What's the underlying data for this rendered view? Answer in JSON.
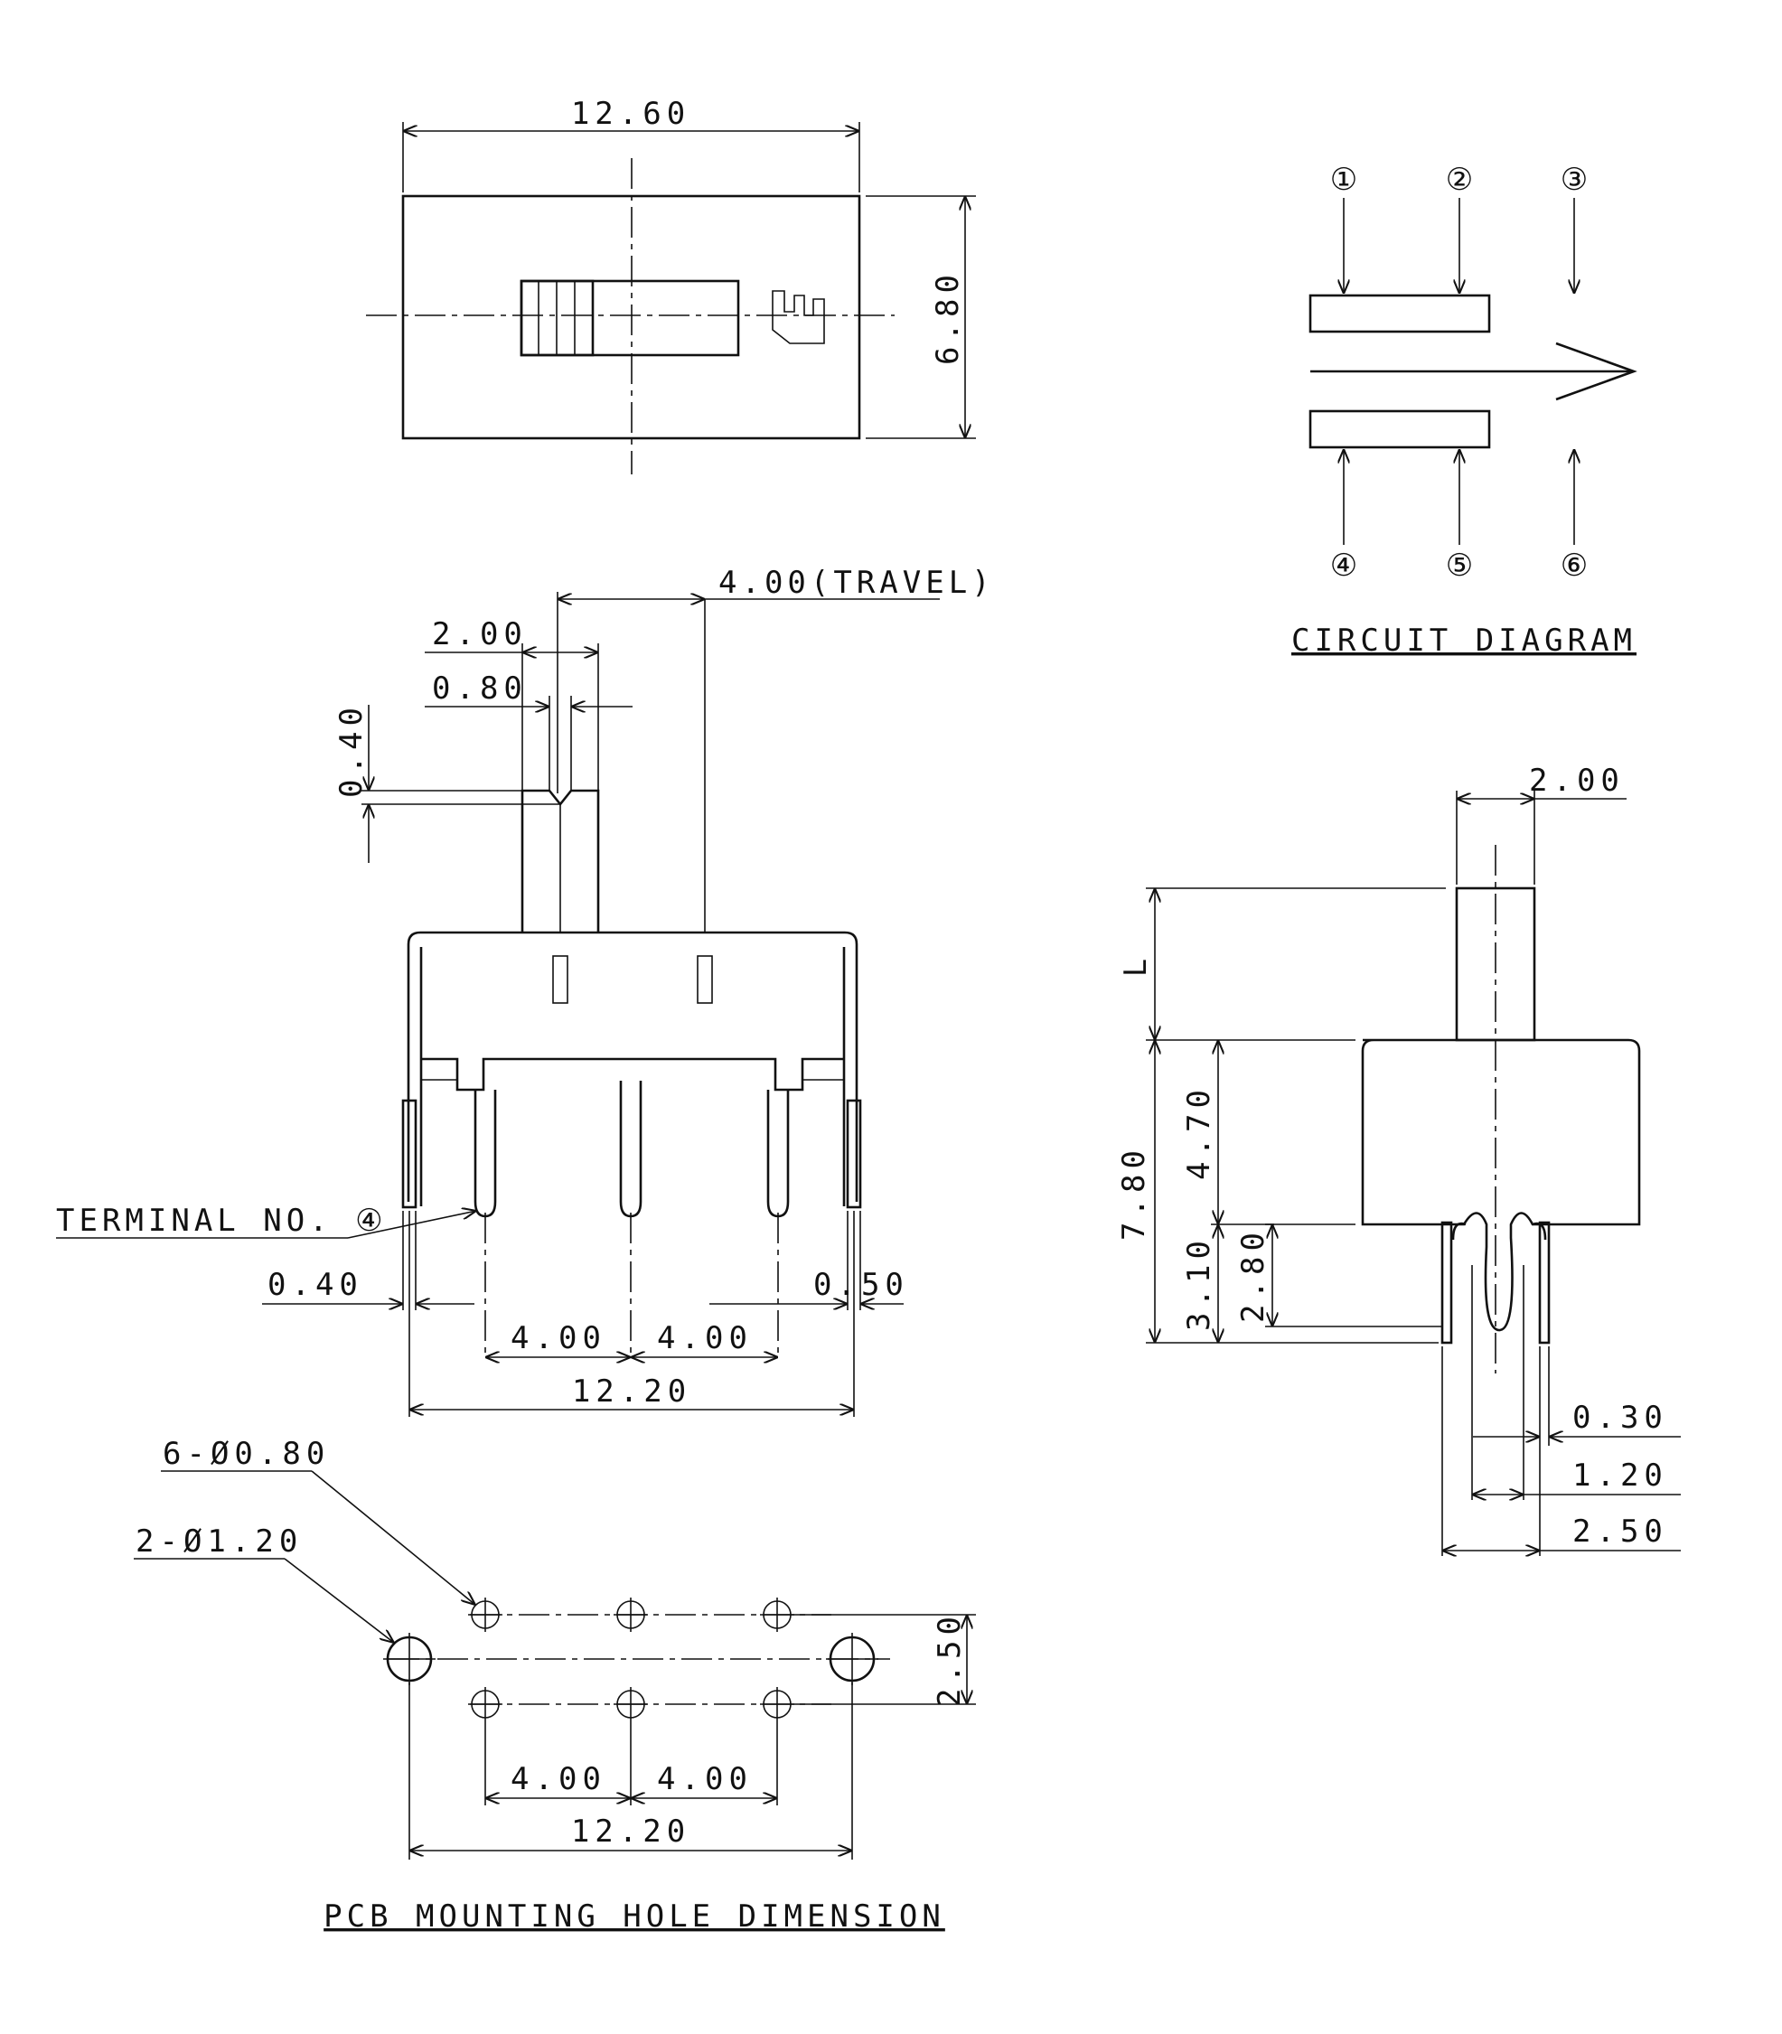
{
  "top_view": {
    "width": "12.60",
    "height": "6.80"
  },
  "side_view": {
    "travel": "4.00(TRAVEL)",
    "actuator_width": "2.00",
    "notch_width": "0.80",
    "notch_depth": "0.40",
    "terminal_label": "TERMINAL NO. ④",
    "pin_thickness": "0.40",
    "tab_thickness": "0.50",
    "pitch_left": "4.00",
    "pitch_right": "4.00",
    "overall_width": "12.20"
  },
  "circuit_diagram": {
    "title": "CIRCUIT DIAGRAM",
    "terminals_top": [
      "①",
      "②",
      "③"
    ],
    "terminals_bottom": [
      "④",
      "⑤",
      "⑥"
    ]
  },
  "end_view": {
    "actuator_width": "2.00",
    "actuator_length": "L",
    "overall_height": "7.80",
    "body_height": "4.70",
    "pin_length": "3.10",
    "pin_bend": "2.80",
    "pin_thickness": "0.30",
    "pin_offset": "1.20",
    "row_spacing": "2.50"
  },
  "pcb": {
    "title": "PCB MOUNTING HOLE DIMENSION",
    "small_holes": "6-Ø0.80",
    "large_holes": "2-Ø1.20",
    "row_spacing": "2.50",
    "pitch_left": "4.00",
    "pitch_right": "4.00",
    "overall_width": "12.20"
  }
}
